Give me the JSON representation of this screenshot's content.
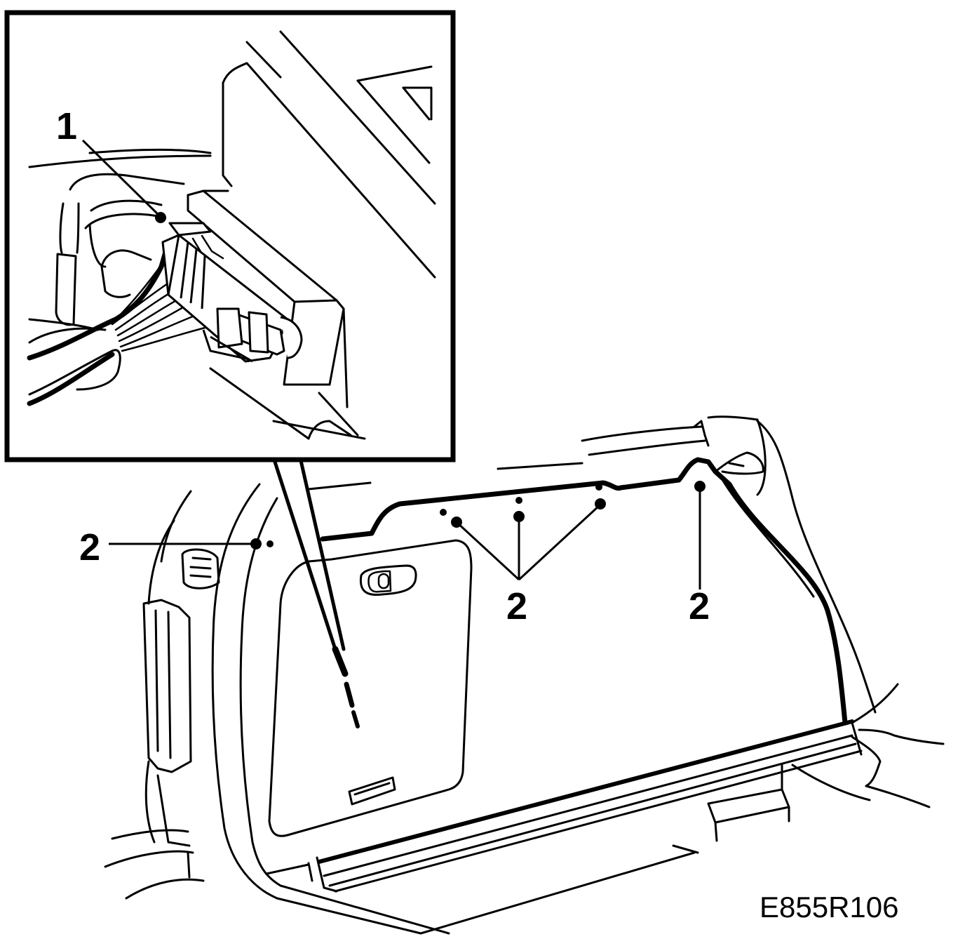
{
  "colors": {
    "line": "#000000",
    "background": "#ffffff"
  },
  "callouts": {
    "connector": "1",
    "left_clip": "2",
    "center_clips": "2",
    "right_clip": "2"
  },
  "figure_code": "E855R106"
}
